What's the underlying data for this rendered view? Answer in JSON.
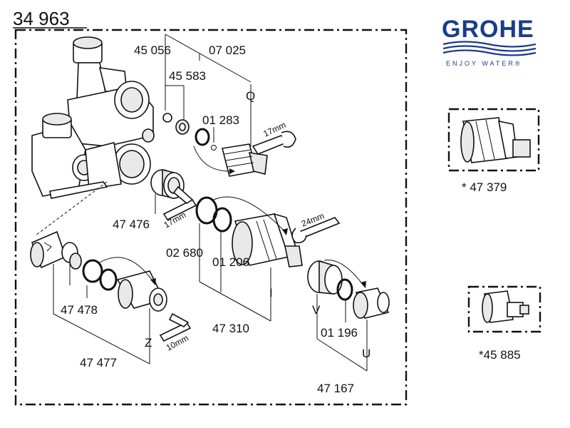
{
  "diagram": {
    "title": "34 963",
    "brand": {
      "name": "GROHE",
      "tagline": "ENJOY WATER®",
      "color": "#1a3c8c"
    },
    "part_numbers": {
      "p45056": "45 056",
      "p07025": "07 025",
      "p45583": "45 583",
      "p01283": "01 283",
      "p47476": "47 476",
      "p02680": "02 680",
      "p01206": "01 206",
      "p47478": "47 478",
      "p47310": "47 310",
      "p47477": "47 477",
      "p01196": "01 196",
      "p47167": "47 167",
      "p47379": "* 47 379",
      "p45885": "*45 885"
    },
    "letters": {
      "q": "Q",
      "i": "I",
      "v": "V",
      "u": "U",
      "z": "Z"
    },
    "wrench_sizes": {
      "w17a": "17mm",
      "w17b": "17mm",
      "w24": "24mm",
      "w10": "10mm"
    }
  }
}
